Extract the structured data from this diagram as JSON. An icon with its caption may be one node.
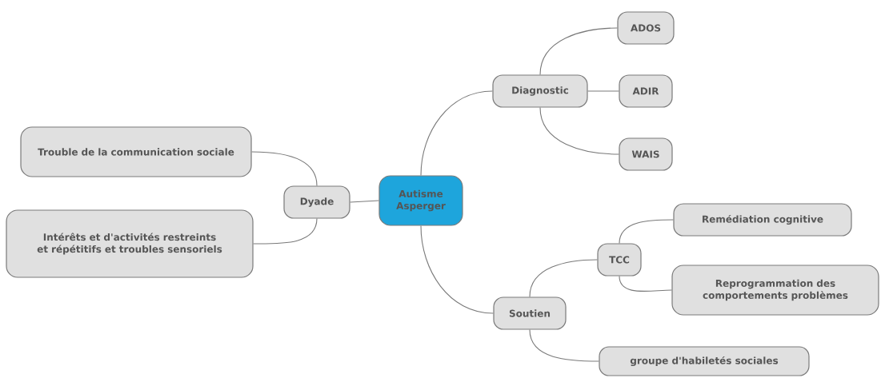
{
  "diagram": {
    "nodes": [
      {
        "text": [
          "Autisme Asperger"
        ]
      },
      {
        "text": [
          "Diagnostic"
        ]
      },
      {
        "text": [
          "ADOS"
        ]
      },
      {
        "text": [
          "ADIR"
        ]
      },
      {
        "text": [
          "WAIS"
        ]
      },
      {
        "text": [
          "Soutien"
        ]
      },
      {
        "text": [
          "TCC"
        ]
      },
      {
        "text": [
          "Remédiation cognitive"
        ]
      },
      {
        "text": [
          "Reprogrammation des comportements problèmes"
        ]
      },
      {
        "text": [
          "groupe d'habiletés sociales"
        ]
      },
      {
        "text": [
          "Dyade"
        ]
      },
      {
        "text": [
          "Trouble de la communication sociale"
        ]
      },
      {
        "text": [
          "Intérêts et d'activités restreints et répétitifs et troubles sensoriels"
        ]
      }
    ],
    "edges": [
      {
        "from": 0,
        "to": 1,
        "arrow": "none"
      },
      {
        "from": 1,
        "to": 2,
        "arrow": "none"
      },
      {
        "from": 1,
        "to": 3,
        "arrow": "none"
      },
      {
        "from": 1,
        "to": 4,
        "arrow": "none"
      },
      {
        "from": 0,
        "to": 5,
        "arrow": "none"
      },
      {
        "from": 5,
        "to": 6,
        "arrow": "none"
      },
      {
        "from": 6,
        "to": 7,
        "arrow": "none"
      },
      {
        "from": 6,
        "to": 8,
        "arrow": "none"
      },
      {
        "from": 5,
        "to": 9,
        "arrow": "none"
      },
      {
        "from": 0,
        "to": 10,
        "arrow": "none"
      },
      {
        "from": 10,
        "to": 11,
        "arrow": "none"
      },
      {
        "from": 10,
        "to": 12,
        "arrow": "none"
      }
    ]
  }
}
